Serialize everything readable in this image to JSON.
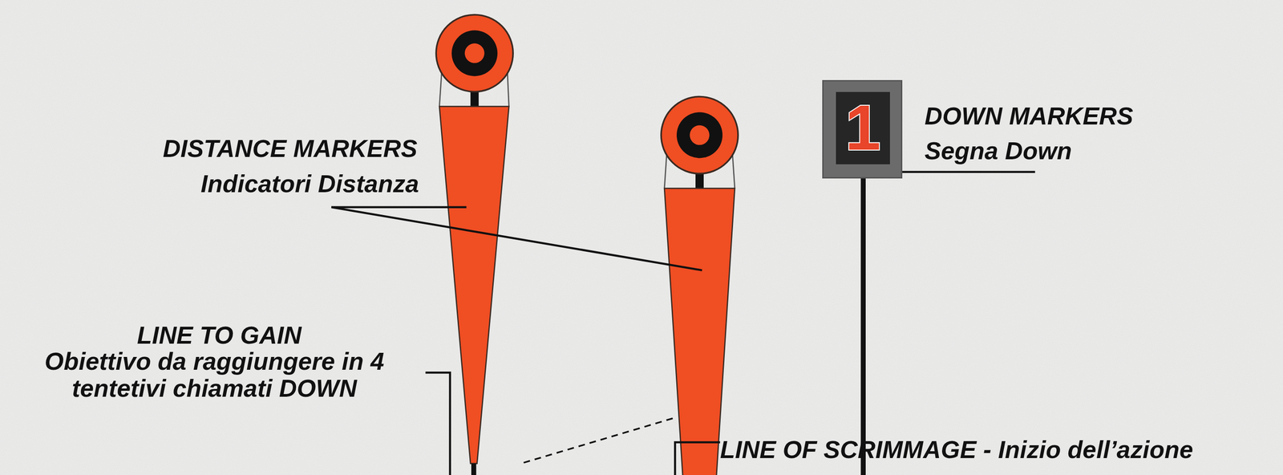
{
  "diagram": {
    "nodes": [
      {
        "text": [
          "1"
        ]
      }
    ],
    "labels": [
      "DISTANCE MARKERS",
      "Indicatori Distanza",
      "DOWN MARKERS",
      "Segna Down",
      "LINE TO GAIN",
      "Obiettivo da raggiungere in 4 tentetivi chiamati DOWN",
      "LINE OF SCRIMMAGE - Inizio dell’azione"
    ]
  }
}
